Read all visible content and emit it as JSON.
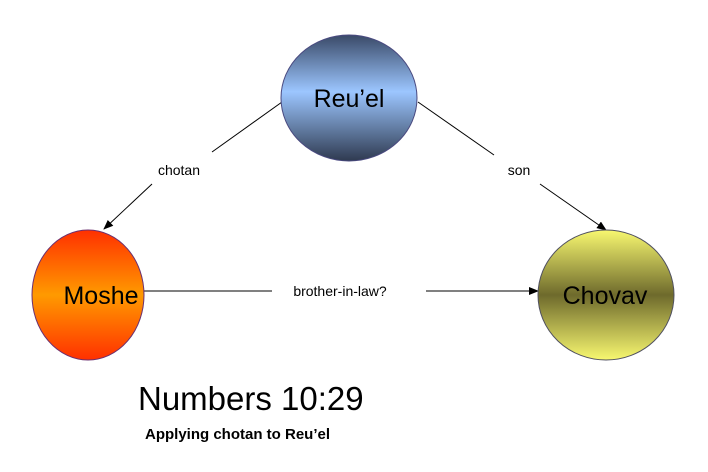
{
  "nodes": {
    "reuel": {
      "label": "Reu’el",
      "colors": {
        "light": "#9cc6ff",
        "dark": "#2f3a50",
        "border": "#4a4a80"
      }
    },
    "moshe": {
      "label": "Moshe",
      "colors": {
        "light": "#ff9a00",
        "dark": "#ff3000",
        "border": "#6b3070"
      }
    },
    "chovav": {
      "label": "Chovav",
      "colors": {
        "light": "#f8f870",
        "dark": "#6e6a2c",
        "border": "#505060"
      }
    }
  },
  "edges": {
    "reuel_to_moshe": {
      "label": "chotan"
    },
    "reuel_to_chovav": {
      "label": "son"
    },
    "moshe_to_chovav": {
      "label": "brother-in-law?"
    }
  },
  "caption": {
    "title": "Numbers 10:29",
    "subtitle": "Applying chotan to Reu’el"
  }
}
